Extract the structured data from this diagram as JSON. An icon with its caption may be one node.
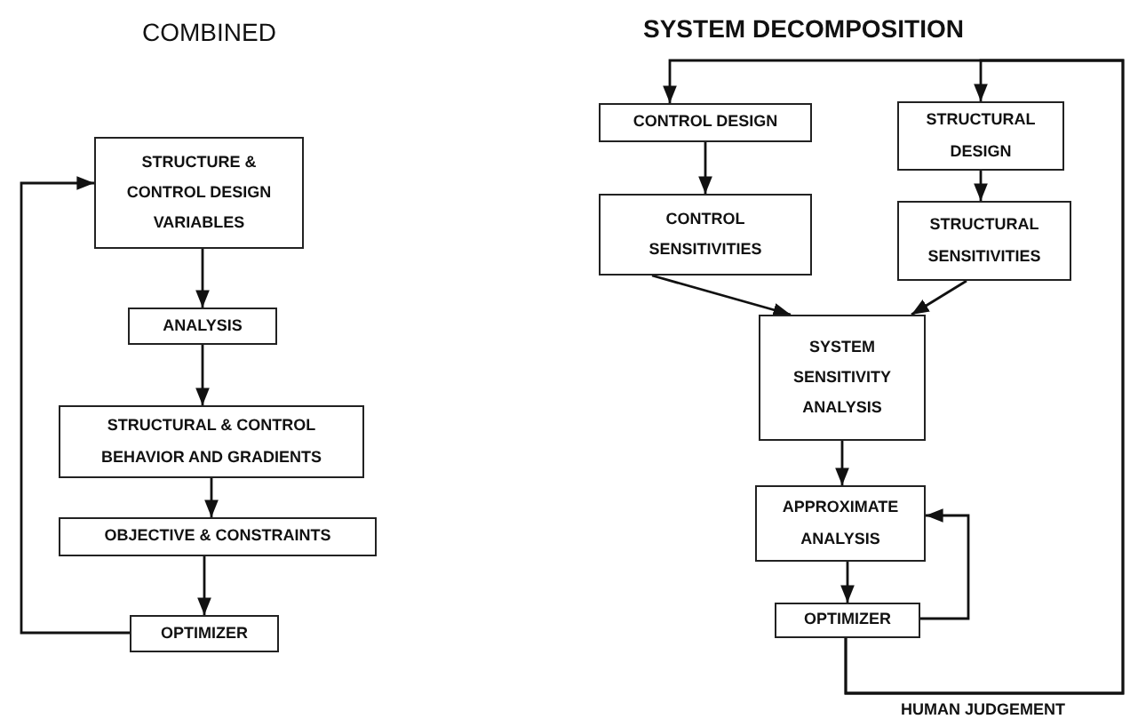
{
  "diagram": {
    "nodes": [
      {
        "text": [
          "STRUCTURE & CONTROL DESIGN VARIABLES"
        ]
      },
      {
        "text": [
          "ANALYSIS"
        ]
      },
      {
        "text": [
          "STRUCTURAL & CONTROL BEHAVIOR AND GRADIENTS"
        ]
      },
      {
        "text": [
          "OBJECTIVE & CONSTRAINTS"
        ]
      },
      {
        "text": [
          "OPTIMIZER"
        ]
      },
      {
        "text": [
          "CONTROL DESIGN"
        ]
      },
      {
        "text": [
          "STRUCTURAL DESIGN"
        ]
      },
      {
        "text": [
          "CONTROL SENSITIVITIES"
        ]
      },
      {
        "text": [
          "STRUCTURAL SENSITIVITIES"
        ]
      },
      {
        "text": [
          "SYSTEM SENSITIVITY ANALYSIS"
        ]
      },
      {
        "text": [
          "APPROXIMATE ANALYSIS"
        ]
      },
      {
        "text": [
          "OPTIMIZER"
        ]
      }
    ],
    "edges": [
      {
        "from": 0,
        "to": 1,
        "arrow": "to"
      },
      {
        "from": 1,
        "to": 2,
        "arrow": "to"
      },
      {
        "from": 2,
        "to": 3,
        "arrow": "to"
      },
      {
        "from": 3,
        "to": 4,
        "arrow": "to"
      },
      {
        "from": 4,
        "to": 0,
        "arrow": "to"
      },
      {
        "from": 5,
        "to": 7,
        "arrow": "to"
      },
      {
        "from": 6,
        "to": 8,
        "arrow": "to"
      },
      {
        "from": 7,
        "to": 9,
        "arrow": "to"
      },
      {
        "from": 8,
        "to": 9,
        "arrow": "to"
      },
      {
        "from": 9,
        "to": 10,
        "arrow": "to"
      },
      {
        "from": 10,
        "to": 11,
        "arrow": "to"
      },
      {
        "from": 11,
        "to": 10,
        "arrow": "to"
      },
      {
        "from": 11,
        "to": 5,
        "arrow": "to",
        "label": "HUMAN JUDGEMENT"
      },
      {
        "from": 11,
        "to": 6,
        "arrow": "to"
      }
    ],
    "labels": [
      "COMBINED",
      "SYSTEM DECOMPOSITION"
    ]
  }
}
